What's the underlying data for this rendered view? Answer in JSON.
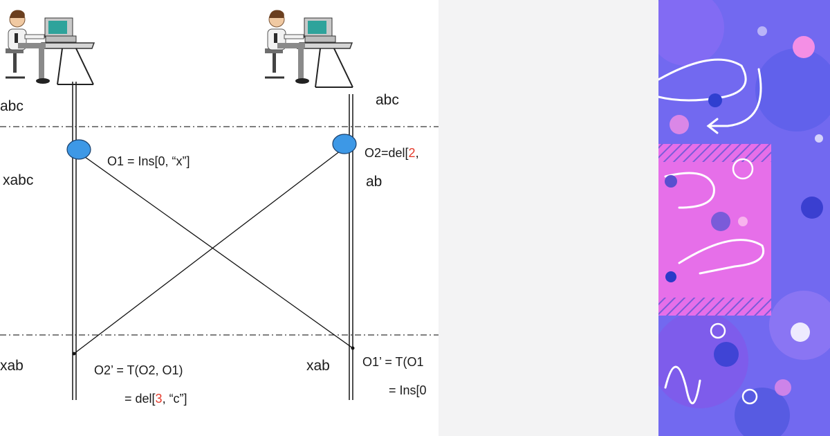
{
  "diagram": {
    "left_initial_state": "abc",
    "right_initial_state": "abc",
    "left_after_local": "xabc",
    "right_after_local": "ab",
    "op1": "O1 = Ins[0, “x”]",
    "op2": {
      "prefix": "O2=del[",
      "highlight": "2",
      "suffix": ","
    },
    "left_final_state": "xab",
    "right_final_state": "xab",
    "transformed_op2_line1": "O2’ = T(O2, O1)",
    "transformed_op2_line2": {
      "prefix": "= del[",
      "highlight": "3",
      "suffix": ", “c”]"
    },
    "transformed_op1_line1": "O1’ = T(O1",
    "transformed_op1_line2": "= Ins[0",
    "highlight_color": "#e53b2c",
    "event_color": "#3d98e6"
  },
  "artwork": {
    "background_color": "#6a6ef0",
    "accent_color": "#f070e8"
  }
}
